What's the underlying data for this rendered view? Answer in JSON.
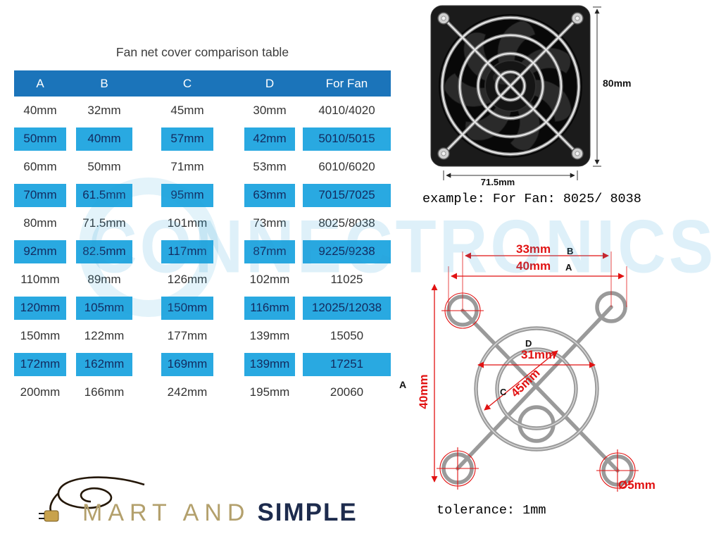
{
  "title": "Fan net cover comparison table",
  "watermark": {
    "text": "CONNECTRONICS"
  },
  "table": {
    "headers": [
      "A",
      "B",
      "C",
      "D",
      "For Fan"
    ],
    "rows": [
      {
        "highlight": false,
        "cells": [
          "40mm",
          "32mm",
          "45mm",
          "30mm",
          "4010/4020"
        ]
      },
      {
        "highlight": true,
        "cells": [
          "50mm",
          "40mm",
          "57mm",
          "42mm",
          "5010/5015"
        ]
      },
      {
        "highlight": false,
        "cells": [
          "60mm",
          "50mm",
          "71mm",
          "53mm",
          "6010/6020"
        ]
      },
      {
        "highlight": true,
        "cells": [
          "70mm",
          "61.5mm",
          "95mm",
          "63mm",
          "7015/7025"
        ]
      },
      {
        "highlight": false,
        "cells": [
          "80mm",
          "71.5mm",
          "101mm",
          "73mm",
          "8025/8038"
        ]
      },
      {
        "highlight": true,
        "cells": [
          "92mm",
          "82.5mm",
          "117mm",
          "87mm",
          "9225/9238"
        ]
      },
      {
        "highlight": false,
        "cells": [
          "110mm",
          "89mm",
          "126mm",
          "102mm",
          "11025"
        ]
      },
      {
        "highlight": true,
        "cells": [
          "120mm",
          "105mm",
          "150mm",
          "116mm",
          "12025/12038"
        ]
      },
      {
        "highlight": false,
        "cells": [
          "150mm",
          "122mm",
          "177mm",
          "139mm",
          "15050"
        ]
      },
      {
        "highlight": true,
        "cells": [
          "172mm",
          "162mm",
          "169mm",
          "139mm",
          "17251"
        ]
      },
      {
        "highlight": false,
        "cells": [
          "200mm",
          "166mm",
          "242mm",
          "195mm",
          "20060"
        ]
      }
    ]
  },
  "fan_photo": {
    "height_label": "80mm",
    "width_label": "71.5mm"
  },
  "example_text": "example: For Fan: 8025/ 8038",
  "guard": {
    "dim_b_value": "33mm",
    "dim_b_tag": "B",
    "dim_a_value": "40mm",
    "dim_a_tag": "A",
    "dim_left_value": "40mm",
    "dim_d_value": "31mm",
    "dim_d_tag": "D",
    "dim_c_value": "45mm",
    "dim_c_tag": "C",
    "dim_hole_value": "Ø5mm",
    "side_tag": "A"
  },
  "tolerance_text": "tolerance: 1mm",
  "logo": {
    "part1": "MART AND",
    "part2": "SIMPLE"
  },
  "colors": {
    "header_blue": "#1b74ba",
    "highlight_blue": "#29a9e1",
    "annotation_red": "#e11212",
    "logo_gold": "#b3a06c",
    "logo_navy": "#1d2b4d"
  }
}
